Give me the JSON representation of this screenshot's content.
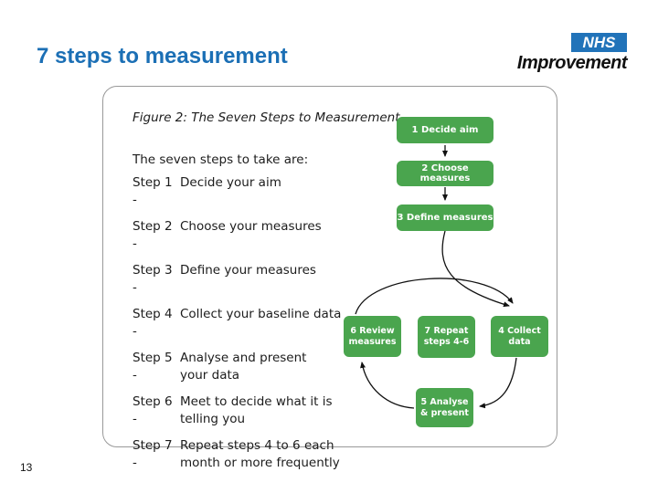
{
  "slide": {
    "title": "7 steps to measurement",
    "page_number": "13"
  },
  "logo": {
    "nhs_text": "NHS",
    "improvement_text": "Improvement",
    "nhs_blue": "#2173b9"
  },
  "colors": {
    "title_blue": "#1b6fb5",
    "box_green": "#4aa54e",
    "card_border": "#999999"
  },
  "figure": {
    "caption": "Figure 2: The Seven Steps to Measurement",
    "intro": "The seven steps to take are:",
    "steps": [
      {
        "label": "Step 1 -",
        "text": "Decide your aim"
      },
      {
        "label": "Step 2 -",
        "text": "Choose your measures"
      },
      {
        "label": "Step 3 -",
        "text": "Define your measures"
      },
      {
        "label": "Step 4 -",
        "text": "Collect your baseline data"
      },
      {
        "label": "Step 5 -",
        "text": "Analyse and present\nyour data"
      },
      {
        "label": "Step 6 -",
        "text": "Meet to decide what it is\ntelling you"
      },
      {
        "label": "Step 7 -",
        "text": "Repeat steps 4 to 6 each\nmonth or more frequently"
      }
    ],
    "flowchart": {
      "nodes": [
        {
          "id": "1",
          "label": "1 Decide aim"
        },
        {
          "id": "2",
          "label": "2 Choose measures"
        },
        {
          "id": "3",
          "label": "3 Define measures"
        },
        {
          "id": "4",
          "label": "4 Collect\ndata"
        },
        {
          "id": "5",
          "label": "5 Analyse\n& present"
        },
        {
          "id": "6",
          "label": "6 Review\nmeasures"
        },
        {
          "id": "7",
          "label": "7 Repeat\nsteps 4-6"
        }
      ]
    }
  }
}
